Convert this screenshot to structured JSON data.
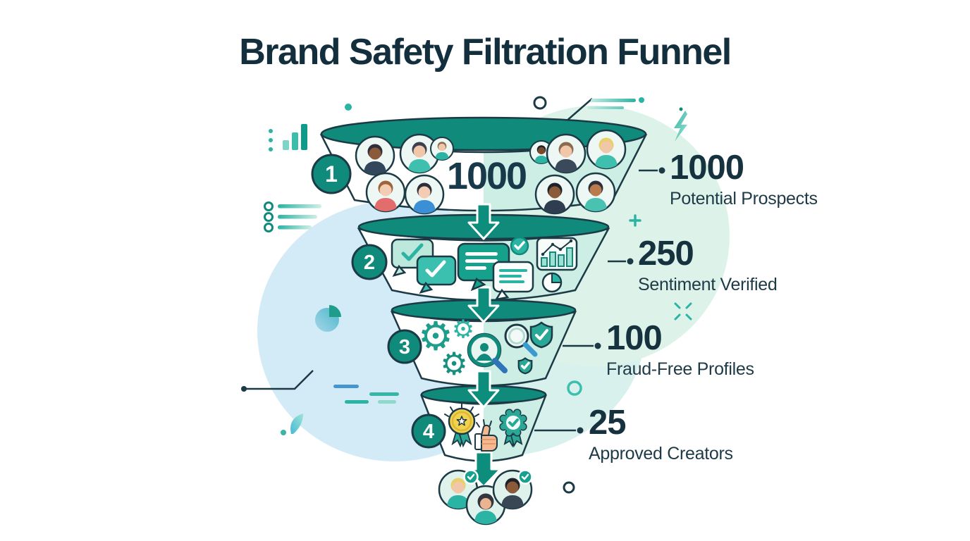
{
  "title": "Brand Safety Filtration Funnel",
  "funnel": {
    "type": "funnel",
    "inner_value": "1000",
    "stages": [
      {
        "badge": "1",
        "value": "1000",
        "label": "Potential Prospects",
        "icons": [
          "user-avatars"
        ]
      },
      {
        "badge": "2",
        "value": "250",
        "label": "Sentiment Verified",
        "icons": [
          "chat-check-icon",
          "chat-lines-icon",
          "check-circle-icon",
          "bar-chart-card-icon",
          "pie-chart-icon"
        ]
      },
      {
        "badge": "3",
        "value": "100",
        "label": "Fraud-Free Profiles",
        "icons": [
          "gear-icon",
          "profile-magnifier-icon",
          "magnifier-icon",
          "shield-check-icon"
        ]
      },
      {
        "badge": "4",
        "value": "25",
        "label": "Approved Creators",
        "icons": [
          "medal-star-icon",
          "thumbs-up-icon",
          "rosette-check-icon"
        ]
      }
    ],
    "output": {
      "description": "approved creator avatars with check badges",
      "count": 3
    }
  },
  "glyphs": {
    "gear": "⚙"
  },
  "decorations": [
    "growth-bars-icon",
    "list-lines-icon",
    "pie-slice-icon",
    "speed-dashes",
    "leaf-icon",
    "elbow-line",
    "slash-line",
    "lightning-icon",
    "plus-icon",
    "sparkle-icon",
    "teal-ring",
    "dark-ring",
    "gradient-dashes",
    "dot"
  ],
  "colors": {
    "teal_rim": "#0F8A7B",
    "teal_bright": "#2BB3A3",
    "teal_arrow": "#0D8E7D",
    "mint_fill": "#CDEEE4",
    "mint_blob": "#DDF3EA",
    "blue_blob": "#D3EBF6",
    "navy_text": "#16323F",
    "outline": "#1C3A45",
    "blue_accent": "#3D9AD1",
    "gold": "#F2D24B"
  }
}
